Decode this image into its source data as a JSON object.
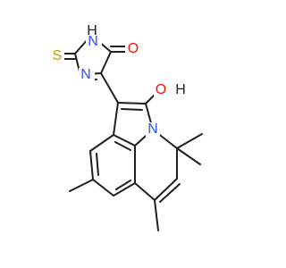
{
  "molecule": {
    "colors": {
      "bond": "#1f1f1f",
      "oxygen": "#ff0d0d",
      "nitrogen": "#3050f8",
      "sulfur": "#b8a200",
      "hydrogen": "#1f1f1f"
    },
    "labels": {
      "hn": "H",
      "n_top": "N",
      "s": "S",
      "o_top": "O",
      "n_left": "N",
      "oh_o": "O",
      "oh_h": "H",
      "n_ring": "N"
    }
  }
}
